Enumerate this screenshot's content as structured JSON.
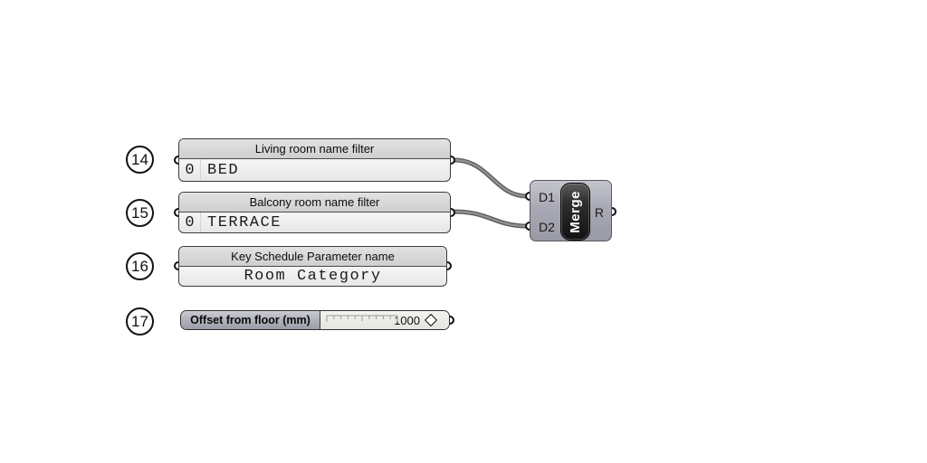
{
  "colors": {
    "background": "#ffffff",
    "panel_header": "#d8d8d8",
    "panel_body": "#ffffff",
    "slider_label_bg": "#a8a9b4",
    "component_body": "#a8a9b4",
    "capsule_dark": "#1e1e1e",
    "wire": "#7a7a7c",
    "outline": "#3c3c3c"
  },
  "annotations": {
    "circle_14": "14",
    "circle_15": "15",
    "circle_16": "16",
    "circle_17": "17"
  },
  "panels": [
    {
      "title": "Living room name filter",
      "index": "0",
      "value": "BED"
    },
    {
      "title": "Balcony room name filter",
      "index": "0",
      "value": "TERRACE"
    },
    {
      "title": "Key Schedule Parameter name",
      "value": "Room Category"
    }
  ],
  "slider": {
    "label": "Offset from floor (mm)",
    "value": "1000"
  },
  "merge": {
    "label": "Merge",
    "input_1": "D1",
    "input_2": "D2",
    "output": "R"
  }
}
